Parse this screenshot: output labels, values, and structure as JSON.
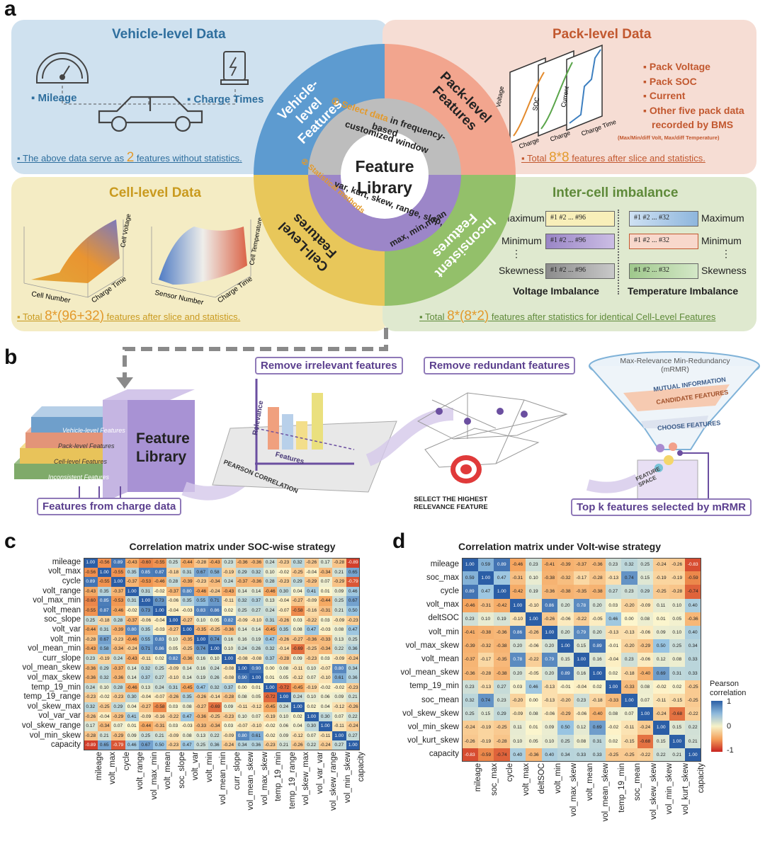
{
  "panels": {
    "a": "a",
    "b": "b",
    "c": "c",
    "d": "d"
  },
  "panel_a": {
    "vehicle": {
      "title": "Vehicle-level Data",
      "items": [
        "Mileage",
        "Charge Times"
      ],
      "footer_pre": "The above data serve as ",
      "footer_num": "2",
      "footer_post": " features without statistics."
    },
    "pack": {
      "title": "Pack-level Data",
      "items": [
        "Pack Voltage",
        "Pack SOC",
        "Current",
        "Other five pack data",
        "recorded by BMS"
      ],
      "note": "(Max/Min/diff  Volt, Max/diff Temperature)",
      "axis": [
        "Voltage",
        "Charge",
        "SOC",
        "Charge",
        "Current",
        "Charge Time"
      ],
      "footer_pre": "Total ",
      "footer_num": "8*8",
      "footer_post": " features after slice and statistics."
    },
    "cell": {
      "title": "Cell-level Data",
      "axis": [
        "Cell Voltage",
        "Cell Number",
        "Charge Time",
        "Cell Temperature",
        "Sensor Number",
        "Charge Time"
      ],
      "footer_pre": "Total ",
      "footer_num": "8*(96+32)",
      "footer_post": " features after slice and statistics."
    },
    "imbalance": {
      "title": "Inter-cell imbalance",
      "rows_left": [
        "Maximum",
        "Minimum",
        "Skewness"
      ],
      "rows_right": [
        "Maximum",
        "Minimum",
        "Skewness"
      ],
      "box_text_v": "#1  #2   ...   #96",
      "box_text_t": "#1  #2   ...   #32",
      "dots": "⋮",
      "voltage_label": "Voltage Imbalance",
      "temperature_label": "Temperature Imbalance",
      "footer_pre": "Total ",
      "footer_num": "8*(8*2)",
      "footer_post": " features after statistics for identical Cell-Level Features"
    },
    "ring": {
      "vehicle": "Vehicle-level\nFeatures",
      "pack": "Pack-level\nFeatures",
      "cell": "Cell-Level\nFeatures",
      "inconsistent": "Inconsistent\nFeatures",
      "select_num": "①",
      "select_data": "Select data",
      "select_rest": " in frequency-based",
      "select_window": "customized window",
      "stat_num": "②",
      "stat_label": "Statistical methods",
      "stat_line1": "var, kurt, skew, range, slop,",
      "stat_line2": "max, min,mean",
      "center1": "Feature",
      "center2": "Library"
    }
  },
  "panel_b": {
    "layers": [
      "Vehicle-level Features",
      "Pack-level Features",
      "Cell-level Features",
      "Inconsistent Features"
    ],
    "library1": "Feature",
    "library2": "Library",
    "features_from": "Features from charge data",
    "remove_irrelevant": "Remove irrelevant features",
    "remove_redundant": "Remove redundant features",
    "relevance": "Relevance",
    "features": "Features",
    "pearson": "PEARSON CORRELATION",
    "select_highest1": "SELECT THE HIGHEST",
    "select_highest2": "RELEVANCE FEATURE",
    "mrmr_title1": "Max-Relevance Min-Redundancy",
    "mrmr_title2": "(mRMR)",
    "mutual": "MUTUAL INFORMATION",
    "candidate": "CANDIDATE FEATURES",
    "choose": "CHOOSE FEATURES",
    "feature_space": "FEATURE SPACE",
    "topk": "Top k features selected by mRMR"
  },
  "matrix_c": {
    "title": "Correlation matrix under SOC-wise strategy",
    "labels": [
      "mileage",
      "volt_max",
      "cycle",
      "volt_range",
      "vol_max_min",
      "volt_mean",
      "soc_slope",
      "volt_var",
      "volt_min",
      "vol_mean_min",
      "curr_slope",
      "vol_mean_skew",
      "vol_max_skew",
      "temp_19_min",
      "temp_19_range",
      "vol_skew_max",
      "vol_var_var",
      "vol_skew_range",
      "vol_min_skew",
      "capacity"
    ],
    "values": [
      [
        1.0,
        -0.56,
        0.89,
        -0.43,
        -0.6,
        -0.55,
        0.25,
        -0.44,
        -0.28,
        -0.43,
        0.23,
        -0.36,
        -0.36,
        0.24,
        -0.23,
        0.32,
        -0.26,
        0.17,
        -0.28,
        -0.89
      ],
      [
        -0.56,
        1.0,
        -0.55,
        0.35,
        0.85,
        0.87,
        -0.18,
        0.31,
        0.67,
        0.58,
        -0.19,
        0.29,
        0.32,
        0.1,
        -0.02,
        -0.25,
        -0.04,
        -0.34,
        0.21,
        0.65
      ],
      [
        0.89,
        -0.55,
        1.0,
        -0.37,
        -0.53,
        -0.46,
        0.28,
        -0.39,
        -0.23,
        -0.34,
        0.24,
        -0.37,
        -0.36,
        0.28,
        -0.23,
        0.29,
        -0.29,
        0.07,
        -0.29,
        -0.79
      ],
      [
        -0.43,
        0.35,
        -0.37,
        1.0,
        0.31,
        -0.02,
        -0.37,
        0.8,
        -0.46,
        -0.24,
        -0.43,
        0.14,
        0.14,
        -0.46,
        0.3,
        0.04,
        0.41,
        0.01,
        0.09,
        0.46
      ],
      [
        -0.6,
        0.85,
        -0.53,
        0.31,
        1.0,
        0.73,
        -0.06,
        0.35,
        0.55,
        0.71,
        -0.11,
        0.32,
        0.37,
        0.13,
        -0.04,
        -0.27,
        -0.09,
        -0.44,
        0.25,
        0.67
      ],
      [
        -0.55,
        0.87,
        -0.46,
        -0.02,
        0.73,
        1.0,
        -0.04,
        -0.03,
        0.83,
        0.86,
        0.02,
        0.25,
        0.27,
        0.24,
        -0.07,
        -0.58,
        -0.16,
        -0.31,
        0.21,
        0.5
      ],
      [
        0.25,
        -0.18,
        0.28,
        -0.37,
        -0.06,
        -0.04,
        1.0,
        -0.27,
        0.1,
        0.05,
        0.82,
        -0.09,
        -0.1,
        0.31,
        -0.26,
        0.03,
        -0.22,
        0.03,
        -0.09,
        -0.23
      ],
      [
        -0.44,
        0.31,
        -0.39,
        0.8,
        0.35,
        -0.03,
        -0.27,
        1.0,
        -0.35,
        -0.25,
        -0.36,
        0.14,
        0.14,
        -0.45,
        0.35,
        0.08,
        0.47,
        -0.03,
        0.08,
        0.47
      ],
      [
        -0.28,
        0.67,
        -0.23,
        -0.46,
        0.55,
        0.83,
        0.1,
        -0.35,
        1.0,
        0.74,
        0.16,
        0.16,
        0.19,
        0.47,
        -0.26,
        -0.27,
        -0.36,
        -0.33,
        0.13,
        0.25
      ],
      [
        -0.43,
        0.58,
        -0.34,
        -0.24,
        0.71,
        0.86,
        0.05,
        -0.25,
        0.74,
        1.0,
        0.1,
        0.24,
        0.26,
        0.32,
        -0.14,
        -0.69,
        -0.25,
        -0.34,
        0.22,
        0.36
      ],
      [
        0.23,
        -0.19,
        0.24,
        -0.43,
        -0.11,
        0.02,
        0.82,
        -0.36,
        0.16,
        0.1,
        1.0,
        -0.08,
        -0.08,
        0.37,
        -0.28,
        0.09,
        -0.23,
        0.03,
        -0.09,
        -0.24
      ],
      [
        -0.36,
        0.29,
        -0.37,
        0.14,
        0.32,
        0.25,
        -0.09,
        0.14,
        0.16,
        0.24,
        -0.08,
        1.0,
        0.9,
        0.0,
        0.08,
        -0.11,
        0.1,
        -0.07,
        0.8,
        0.34
      ],
      [
        -0.36,
        0.32,
        -0.36,
        0.14,
        0.37,
        0.27,
        -0.1,
        0.14,
        0.19,
        0.26,
        -0.08,
        0.9,
        1.0,
        0.01,
        0.05,
        -0.12,
        0.07,
        -0.1,
        0.61,
        0.36
      ],
      [
        0.24,
        0.1,
        0.28,
        -0.46,
        0.13,
        0.24,
        0.31,
        -0.45,
        0.47,
        0.32,
        0.37,
        0.0,
        0.01,
        1.0,
        -0.72,
        -0.45,
        -0.19,
        -0.02,
        -0.02,
        -0.23
      ],
      [
        -0.23,
        -0.02,
        -0.23,
        0.3,
        -0.04,
        -0.07,
        -0.26,
        0.35,
        -0.26,
        -0.14,
        -0.28,
        0.08,
        0.05,
        -0.72,
        1.0,
        0.24,
        0.1,
        0.06,
        0.09,
        0.21
      ],
      [
        0.32,
        -0.25,
        0.29,
        0.04,
        -0.27,
        -0.58,
        0.03,
        0.08,
        -0.27,
        -0.69,
        0.09,
        -0.11,
        -0.12,
        -0.45,
        0.24,
        1.0,
        0.02,
        0.04,
        -0.12,
        -0.26
      ],
      [
        -0.26,
        -0.04,
        -0.29,
        0.41,
        -0.09,
        -0.16,
        -0.22,
        0.47,
        -0.36,
        -0.25,
        -0.23,
        0.1,
        0.07,
        -0.19,
        0.1,
        0.02,
        1.0,
        0.3,
        0.07,
        0.22
      ],
      [
        0.17,
        -0.34,
        0.07,
        0.01,
        -0.44,
        -0.31,
        0.03,
        -0.03,
        -0.33,
        -0.34,
        0.03,
        -0.07,
        -0.1,
        -0.02,
        0.06,
        0.04,
        0.3,
        1.0,
        -0.11,
        -0.24
      ],
      [
        -0.28,
        0.21,
        -0.29,
        0.09,
        0.25,
        0.21,
        -0.09,
        0.08,
        0.13,
        0.22,
        -0.09,
        0.8,
        0.61,
        -0.02,
        0.09,
        -0.12,
        0.07,
        -0.11,
        1.0,
        0.27
      ],
      [
        -0.89,
        0.65,
        -0.79,
        0.46,
        0.67,
        0.5,
        -0.23,
        0.47,
        0.25,
        0.36,
        -0.24,
        0.34,
        0.36,
        -0.23,
        0.21,
        -0.26,
        0.22,
        -0.24,
        0.27,
        1.0
      ]
    ]
  },
  "matrix_d": {
    "title": "Correlation matrix under Volt-wise strategy",
    "labels": [
      "mileage",
      "soc_max",
      "cycle",
      "volt_max",
      "deltSOC",
      "volt_min",
      "vol_max_skew",
      "volt_mean",
      "vol_mean_skew",
      "temp_19_min",
      "soc_mean",
      "vol_skew_skew",
      "vol_min_skew",
      "vol_kurt_skew",
      "capacity"
    ],
    "values": [
      [
        1.0,
        0.59,
        0.89,
        -0.46,
        0.23,
        -0.41,
        -0.39,
        -0.37,
        -0.36,
        0.23,
        0.32,
        0.25,
        -0.24,
        -0.26,
        -0.83
      ],
      [
        0.59,
        1.0,
        0.47,
        -0.31,
        0.1,
        -0.38,
        -0.32,
        -0.17,
        -0.28,
        -0.13,
        0.74,
        0.15,
        -0.19,
        -0.19,
        -0.59
      ],
      [
        0.89,
        0.47,
        1.0,
        -0.42,
        0.19,
        -0.36,
        -0.38,
        -0.35,
        -0.38,
        0.27,
        0.23,
        0.29,
        -0.25,
        -0.28,
        -0.74
      ],
      [
        -0.46,
        -0.31,
        -0.42,
        1.0,
        -0.1,
        0.86,
        0.2,
        0.78,
        0.2,
        0.03,
        -0.2,
        -0.09,
        0.11,
        0.1,
        0.4
      ],
      [
        0.23,
        0.1,
        0.19,
        -0.1,
        1.0,
        -0.26,
        -0.06,
        -0.22,
        -0.05,
        0.46,
        0.0,
        0.08,
        0.01,
        0.05,
        -0.36
      ],
      [
        -0.41,
        -0.38,
        -0.36,
        0.86,
        -0.26,
        1.0,
        0.2,
        0.79,
        0.2,
        -0.13,
        -0.13,
        -0.06,
        0.09,
        0.1,
        0.4
      ],
      [
        -0.39,
        -0.32,
        -0.38,
        0.2,
        -0.06,
        0.2,
        1.0,
        0.15,
        0.89,
        -0.01,
        -0.2,
        -0.29,
        0.5,
        0.25,
        0.34
      ],
      [
        -0.37,
        -0.17,
        -0.35,
        0.78,
        -0.22,
        0.79,
        0.15,
        1.0,
        0.16,
        -0.04,
        0.23,
        -0.06,
        0.12,
        0.08,
        0.33
      ],
      [
        -0.36,
        -0.28,
        -0.38,
        0.2,
        -0.05,
        0.2,
        0.89,
        0.16,
        1.0,
        0.02,
        -0.18,
        -0.4,
        0.69,
        0.31,
        0.33
      ],
      [
        0.23,
        -0.13,
        0.27,
        0.03,
        0.46,
        -0.13,
        -0.01,
        -0.04,
        0.02,
        1.0,
        -0.33,
        0.08,
        -0.02,
        0.02,
        -0.25
      ],
      [
        0.32,
        0.74,
        0.23,
        -0.2,
        0.0,
        -0.13,
        -0.2,
        0.23,
        -0.18,
        -0.33,
        1.0,
        0.07,
        -0.11,
        -0.15,
        -0.25
      ],
      [
        0.25,
        0.15,
        0.29,
        -0.09,
        0.08,
        -0.06,
        -0.29,
        -0.06,
        -0.4,
        0.08,
        0.07,
        1.0,
        -0.24,
        -0.68,
        -0.22
      ],
      [
        -0.24,
        -0.19,
        -0.25,
        0.11,
        0.01,
        0.09,
        0.5,
        0.12,
        0.69,
        -0.02,
        -0.11,
        -0.24,
        1.0,
        0.15,
        0.22
      ],
      [
        -0.26,
        -0.19,
        -0.28,
        0.1,
        0.05,
        0.1,
        0.25,
        0.08,
        0.31,
        0.02,
        -0.15,
        -0.68,
        0.15,
        1.0,
        0.21
      ],
      [
        -0.83,
        -0.59,
        -0.74,
        0.4,
        -0.36,
        0.4,
        0.34,
        0.33,
        0.33,
        -0.25,
        -0.25,
        -0.22,
        0.22,
        0.21,
        1.0
      ]
    ]
  },
  "legend": {
    "title1": "Pearson",
    "title2": "correlation",
    "ticks": [
      "1",
      "0",
      "-1"
    ]
  },
  "colors": {
    "vehicle": "#cfe1ef",
    "pack": "#f6ddd4",
    "cell": "#f4ecc4",
    "imbalance": "#dfe9cf",
    "accent": "#7f62ad",
    "orange": "#e39a2c"
  }
}
